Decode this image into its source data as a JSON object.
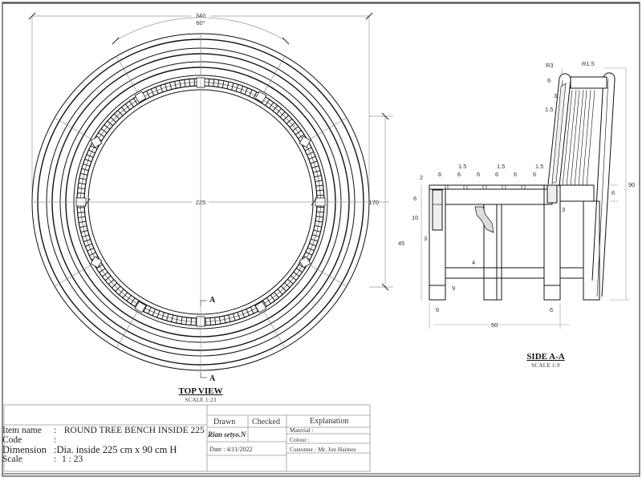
{
  "drawing": {
    "top_view": {
      "title": "TOP VIEW",
      "scale": "SCALE  1:23",
      "dimensions": {
        "overall_width": "340",
        "segment_angle": "60°",
        "inside_diameter": "225",
        "right_height": "170"
      },
      "section_marks": [
        "A",
        "A"
      ]
    },
    "side_view": {
      "title": "SIDE A-A",
      "scale": "SCALE  1:9",
      "dimensions": {
        "radius_top_outer": "R3",
        "radius_top_inner": "R1.5",
        "back_top_thickness": "6",
        "back_slat_gap": "3",
        "back_slat": "1.5",
        "slat_gaps": [
          "1.5",
          "1.5",
          "1.5"
        ],
        "slat_widths": [
          "6",
          "6",
          "6",
          "6",
          "6",
          "6",
          "6"
        ],
        "seat_top": "2",
        "apron_upper": "6",
        "apron_lower": "10",
        "apron_thickness": "3",
        "seat_height": "45",
        "total_height": "90",
        "rear_rail": "6",
        "rear_post_thickness": "3",
        "stretcher": "4",
        "stretcher_height": "9",
        "front_leg": "6",
        "rear_leg": "6",
        "depth": "50"
      }
    }
  },
  "title_block": {
    "item_name_label": "Item name",
    "item_name_value": "ROUND TREE BENCH INSIDE 225",
    "code_label": "Code",
    "code_value": "",
    "dimension_label": "Dimension",
    "dimension_value": "Dia. inside 225 cm x 90 cm H",
    "scale_label": "Scale",
    "scale_value": "1 : 23",
    "sep": ":",
    "drawn_header": "Drawn",
    "checked_header": "Checked",
    "explanation_header": "Explanation",
    "drawn_by": "Rian setyo.N",
    "date": "Date : 4/11/2022",
    "material": "Material :",
    "colour": "Colour   :",
    "customer": "Customer : Mr. Jon Haimes"
  }
}
